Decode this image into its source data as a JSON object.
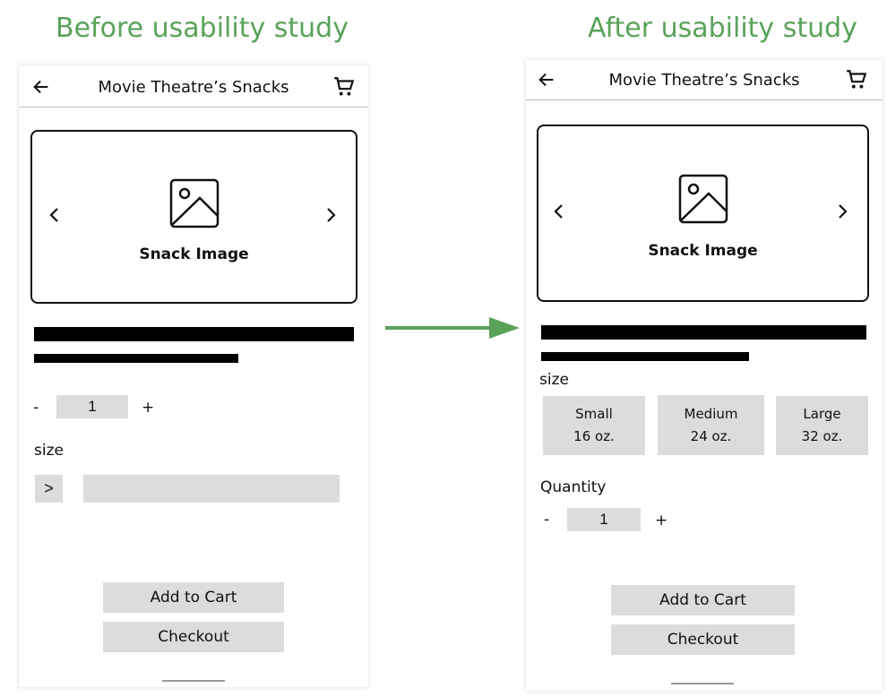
{
  "headings": {
    "before": "Before usability study",
    "after": "After usability study"
  },
  "colors": {
    "heading_green": "#5aa25a",
    "arrow_green": "#5aa25a",
    "placeholder_gray": "#dcdcdc"
  },
  "before": {
    "title": "Movie Theatre’s Snacks",
    "image_caption": "Snack Image",
    "qty_minus": "-",
    "qty_value": "1",
    "qty_plus": "+",
    "size_label": "size",
    "size_toggle": ">",
    "add_to_cart": "Add to Cart",
    "checkout": "Checkout"
  },
  "after": {
    "title": "Movie Theatre’s Snacks",
    "image_caption": "Snack Image",
    "size_label": "size",
    "sizes": [
      {
        "name": "Small",
        "oz": "16 oz."
      },
      {
        "name": "Medium",
        "oz": "24 oz."
      },
      {
        "name": "Large",
        "oz": "32 oz."
      }
    ],
    "quantity_label": "Quantity",
    "qty_minus": "-",
    "qty_value": "1",
    "qty_plus": "+",
    "add_to_cart": "Add to Cart",
    "checkout": "Checkout"
  },
  "icons": {
    "back": "arrow-left-icon",
    "cart": "shopping-cart-icon",
    "prev": "chevron-left-icon",
    "next": "chevron-right-icon",
    "image": "image-placeholder-icon",
    "transition": "arrow-right-icon"
  }
}
